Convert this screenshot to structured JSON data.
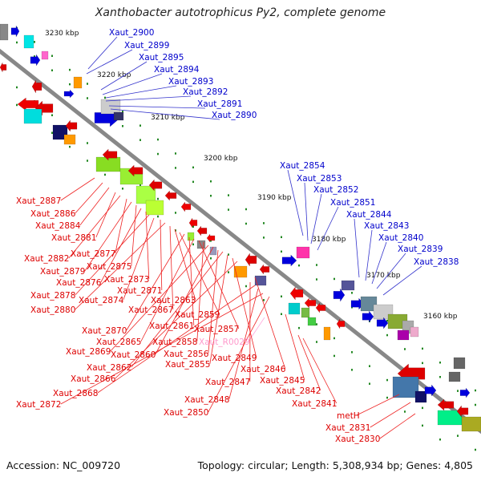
{
  "title": "Xanthobacter autotrophicus Py2, complete genome",
  "footer": {
    "accession": "Accession: NC_009720",
    "summary": "Topology: circular; Length: 5,308,934 bp; Genes: 4,805"
  },
  "colors": {
    "forward_label": "#0000cc",
    "reverse_label": "#dd0000",
    "rna_label": "#ff99cc",
    "axis": "#888888",
    "tick": "#228822"
  },
  "ruler": [
    {
      "label": "3230 kbp"
    },
    {
      "label": "3220 kbp"
    },
    {
      "label": "3210 kbp"
    },
    {
      "label": "3200 kbp"
    },
    {
      "label": "3190 kbp"
    },
    {
      "label": "3180 kbp"
    },
    {
      "label": "3170 kbp"
    },
    {
      "label": "3160 kbp"
    }
  ],
  "forward_labels": [
    "Xaut_2900",
    "Xaut_2899",
    "Xaut_2895",
    "Xaut_2894",
    "Xaut_2893",
    "Xaut_2892",
    "Xaut_2891",
    "Xaut_2890",
    "Xaut_2854",
    "Xaut_2853",
    "Xaut_2852",
    "Xaut_2851",
    "Xaut_2844",
    "Xaut_2843",
    "Xaut_2840",
    "Xaut_2839",
    "Xaut_2838"
  ],
  "reverse_labels": [
    "Xaut_2887",
    "Xaut_2886",
    "Xaut_2884",
    "Xaut_2881",
    "Xaut_2882",
    "Xaut_2877",
    "Xaut_2879",
    "Xaut_2875",
    "Xaut_2876",
    "Xaut_2873",
    "Xaut_2878",
    "Xaut_2874",
    "Xaut_2871",
    "Xaut_2880",
    "Xaut_2867",
    "Xaut_2863",
    "Xaut_2859",
    "Xaut_2870",
    "Xaut_2861",
    "Xaut_2865",
    "Xaut_2857",
    "Xaut_2858",
    "Xaut_2869",
    "Xaut_2860",
    "Xaut_2856",
    "Xaut_2862",
    "Xaut_2855",
    "Xaut_R0029",
    "Xaut_2849",
    "Xaut_2866",
    "Xaut_2846",
    "Xaut_2847",
    "Xaut_2845",
    "Xaut_2868",
    "Xaut_2848",
    "Xaut_2842",
    "Xaut_2872",
    "Xaut_2841",
    "Xaut_2850",
    "metH",
    "Xaut_2831",
    "Xaut_2830"
  ]
}
